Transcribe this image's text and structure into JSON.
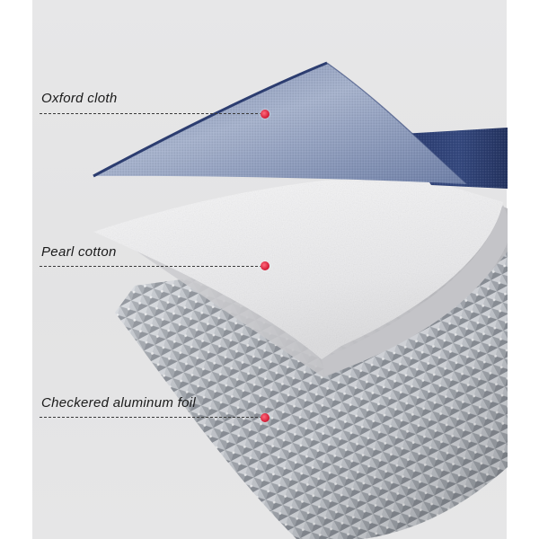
{
  "layers": [
    {
      "label": "Oxford cloth"
    },
    {
      "label": "Pearl cotton"
    },
    {
      "label": "Checkered aluminum foil"
    }
  ],
  "colors": {
    "background": "#e5e5e6",
    "marker": "#d6213b",
    "oxford_cloth": "#3d5082",
    "pearl_cotton": "#eeeeef",
    "aluminum_foil": "#b9bcc2"
  }
}
